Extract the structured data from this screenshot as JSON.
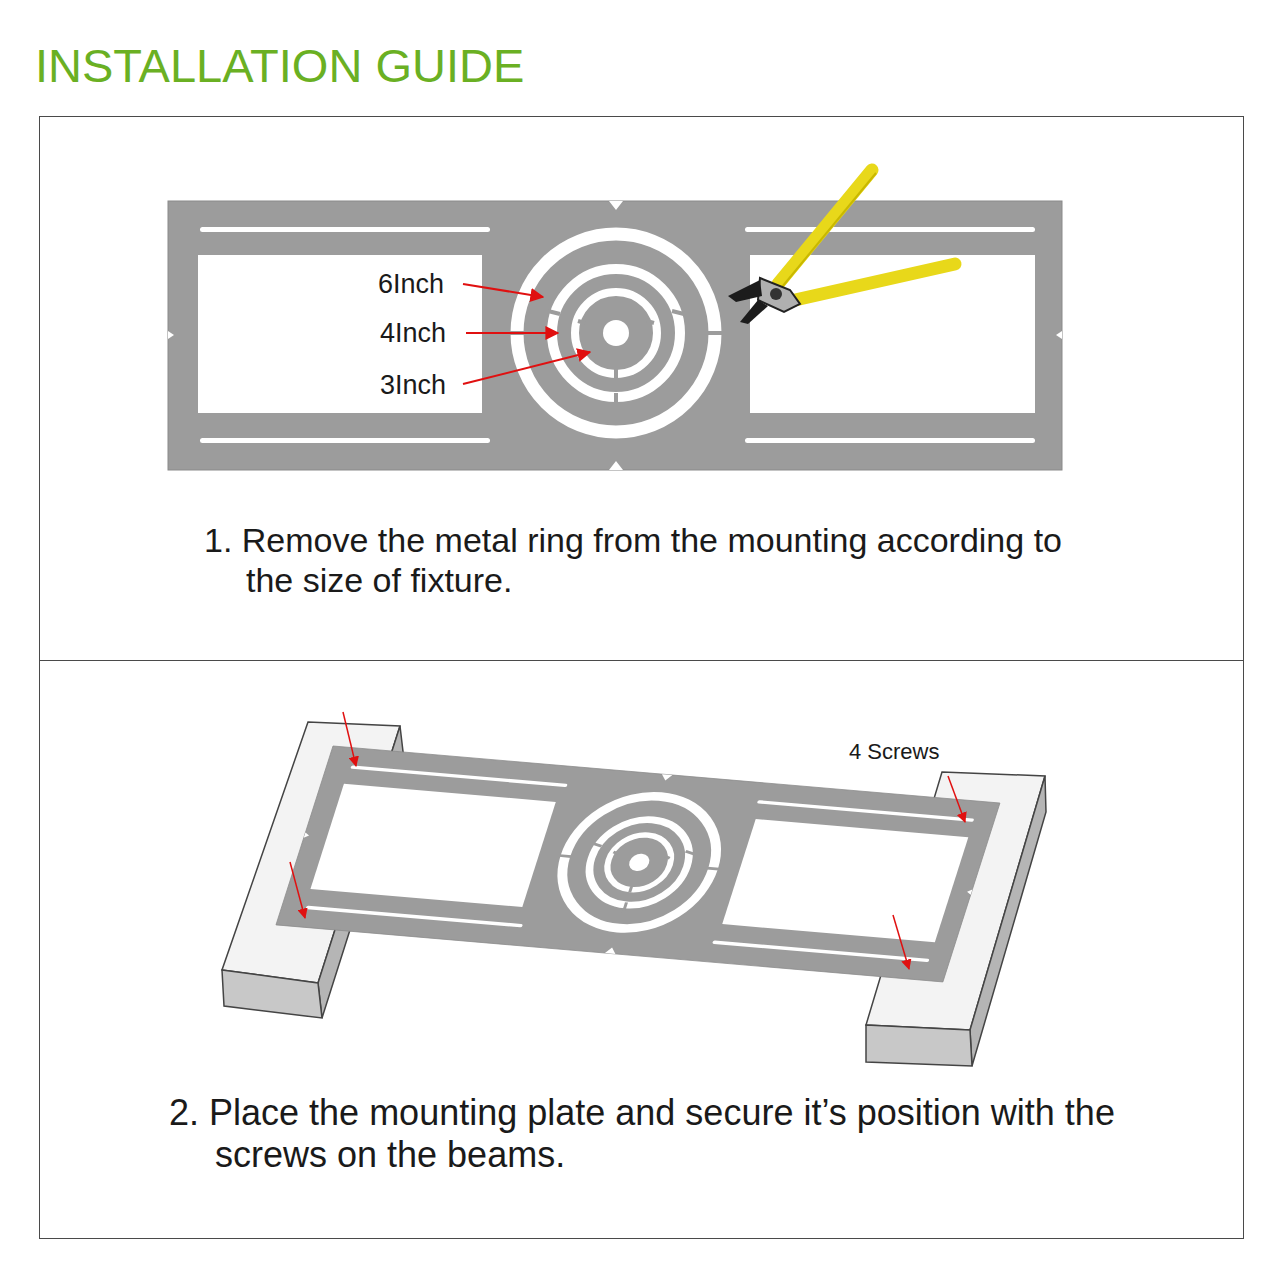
{
  "diagram": {
    "title": "INSTALLATION GUIDE",
    "nodes": [
      {
        "text": [
          "1. Remove the metal ring from the mounting according to the size of fixture."
        ]
      },
      {
        "text": [
          "2. Place the mounting plate and secure it’s position with the screws on the beams."
        ]
      }
    ],
    "labels": [
      "6Inch",
      "4Inch",
      "3Inch",
      "4 Screws"
    ]
  }
}
